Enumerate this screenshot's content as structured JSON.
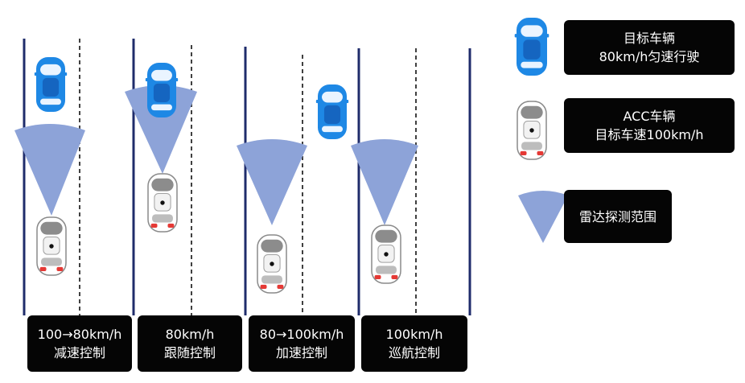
{
  "colors": {
    "lane_line": "#1f2c6b",
    "dash_line": "#111111",
    "radar_fill": "#8da3d8",
    "target_car": "#1e88e5",
    "acc_car": "#d9d9d9",
    "box_bg": "#050505",
    "box_text": "#ffffff"
  },
  "scenarios": [
    {
      "line1": "100→80km/h",
      "line2": "减速控制"
    },
    {
      "line1": "80km/h",
      "line2": "跟随控制"
    },
    {
      "line1": "80→100km/h",
      "line2": "加速控制"
    },
    {
      "line1": "100km/h",
      "line2": "巡航控制"
    }
  ],
  "legend": {
    "target": {
      "line1": "目标车辆",
      "line2": "80km/h匀速行驶",
      "icon": "blue-car-icon"
    },
    "acc": {
      "line1": "ACC车辆",
      "line2": "目标车速100km/h",
      "icon": "white-car-icon"
    },
    "radar": {
      "line1": "雷达探测范围",
      "icon": "radar-cone-icon"
    }
  }
}
